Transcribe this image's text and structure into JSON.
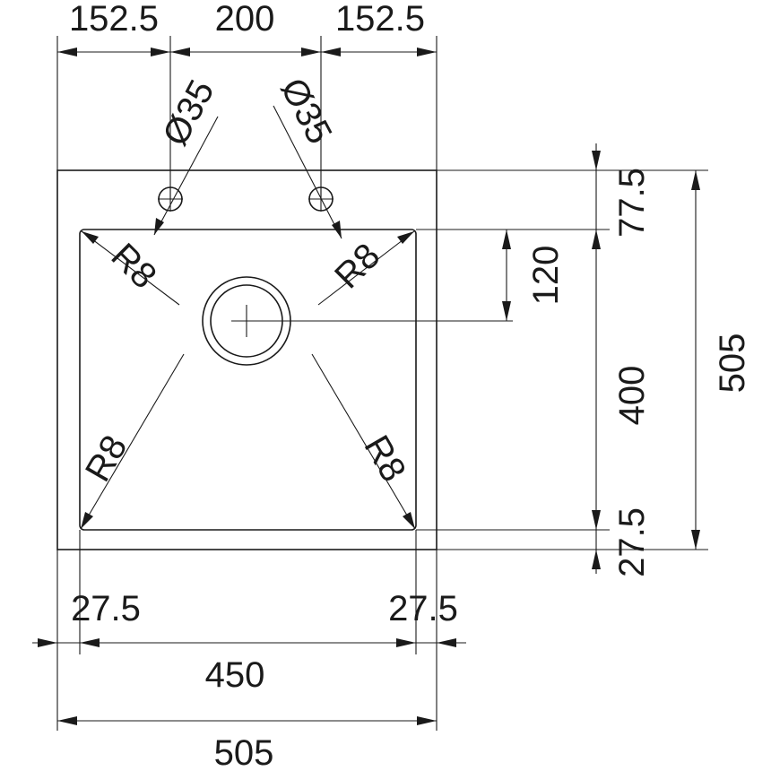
{
  "colors": {
    "ink": "#1a1a1a",
    "background": "#ffffff"
  },
  "dimensions": {
    "top_left": "152.5",
    "top_middle": "200",
    "top_right": "152.5",
    "tap_hole_left": "Ø35",
    "tap_hole_right": "Ø35",
    "right_top_margin": "77.5",
    "drain_offset": "120",
    "bowl_depth": "400",
    "right_bottom_margin": "27.5",
    "overall_depth": "505",
    "bottom_left_margin": "27.5",
    "bottom_right_margin": "27.5",
    "bowl_width": "450",
    "overall_width": "505",
    "radius_top_left": "R8",
    "radius_top_right": "R8",
    "radius_bottom_left": "R8",
    "radius_bottom_right": "R8"
  }
}
